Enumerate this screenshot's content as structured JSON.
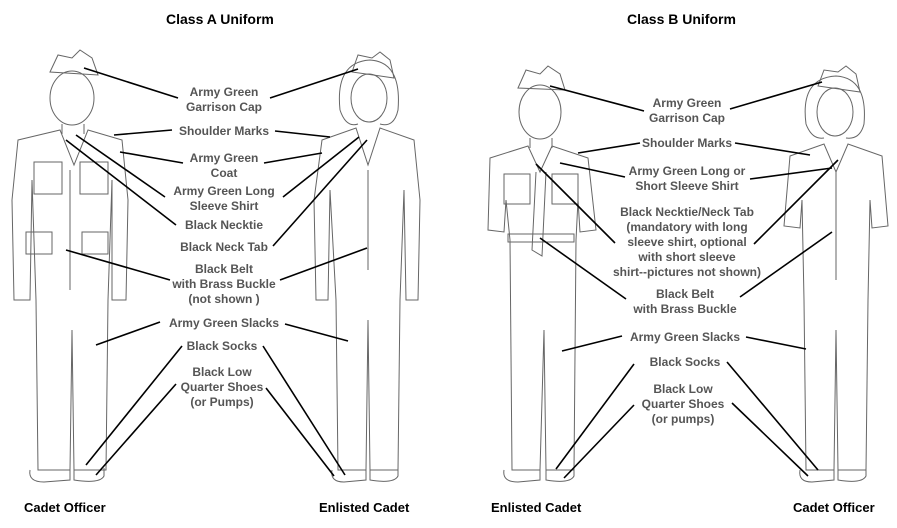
{
  "class_a": {
    "title": "Class A Uniform",
    "left_figure": "Cadet Officer",
    "right_figure": "Enlisted Cadet",
    "labels": [
      "Army Green\nGarrison Cap",
      "Shoulder Marks",
      "Army Green\nCoat",
      "Army Green Long\nSleeve Shirt",
      "Black Necktie",
      "Black Neck Tab",
      "Black Belt\nwith Brass Buckle\n(not shown )",
      "Army Green Slacks",
      "Black Socks",
      "Black Low\nQuarter Shoes\n(or Pumps)"
    ]
  },
  "class_b": {
    "title": "Class B Uniform",
    "left_figure": "Enlisted Cadet",
    "right_figure": "Cadet Officer",
    "labels": [
      "Army Green\nGarrison Cap",
      "Shoulder Marks",
      "Army Green Long or\nShort Sleeve Shirt",
      "Black Necktie/Neck Tab\n(mandatory with long\nsleeve shirt, optional\nwith short sleeve\nshirt--pictures not shown)",
      "Black Belt\nwith Brass Buckle",
      "Army Green Slacks",
      "Black Socks",
      "Black Low\nQuarter Shoes\n(or pumps)"
    ]
  }
}
